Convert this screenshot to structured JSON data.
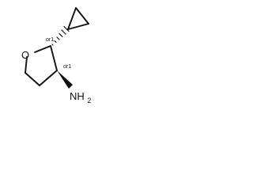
{
  "molecule": {
    "atoms": {
      "oxygen": "O",
      "amine": "NH",
      "amine_subscript": "2"
    },
    "stereo_labels": {
      "c2": "or1",
      "c3": "or1"
    }
  }
}
